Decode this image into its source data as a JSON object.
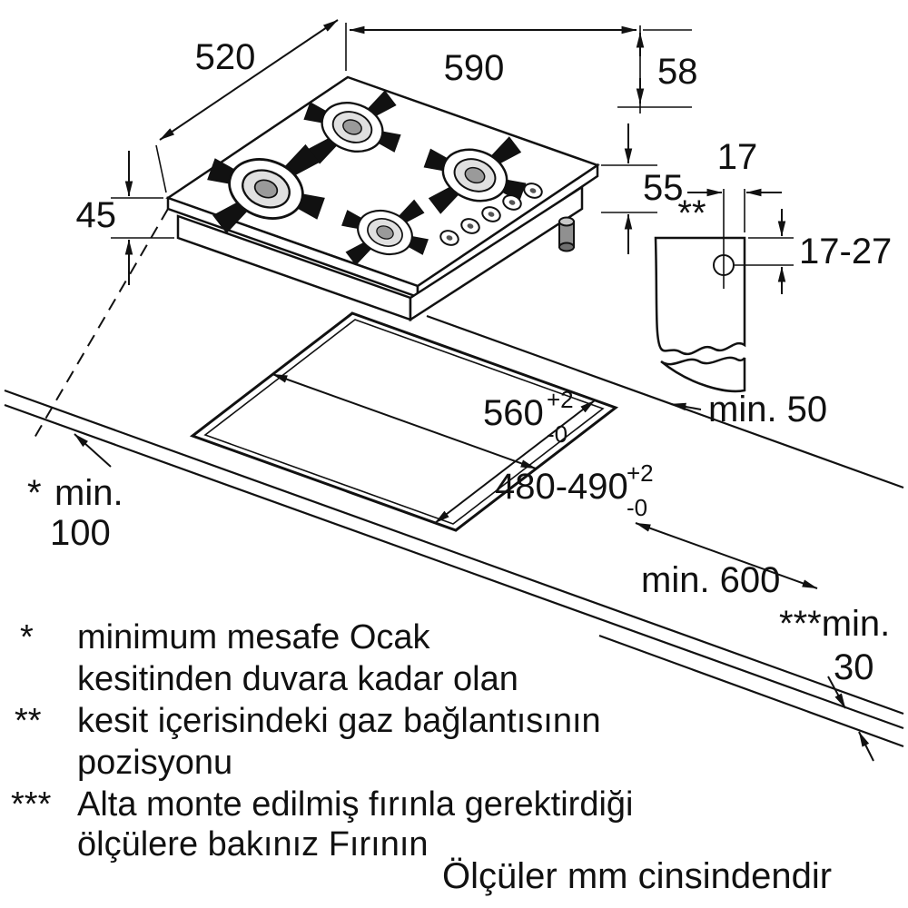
{
  "colors": {
    "ink": "#111111",
    "burner_well": "#e0e0e0",
    "burner_cap": "#9a9a9a"
  },
  "dims": {
    "width_top": "590",
    "depth_top": "520",
    "right_a": "58",
    "height_front": "45",
    "right_b": "55",
    "bracket_offset": "17",
    "gas_marker": "**",
    "bracket_range": "17-27",
    "clearance_back": "min. 50",
    "cutout_width": "560",
    "cutout_width_tol_plus": "+2",
    "cutout_width_tol_minus": "-0",
    "cutout_depth": "480-490",
    "cutout_depth_tol_plus": "+2",
    "cutout_depth_tol_minus": "-0",
    "wall_marker": "*",
    "wall_min": "min.",
    "wall_value": "100",
    "counter_depth": "min. 600",
    "oven_marker_min": "***min.",
    "oven_value": "30"
  },
  "footnotes": [
    {
      "marker": "*",
      "lines": [
        "minimum mesafe Ocak",
        "kesitinden duvara kadar olan"
      ]
    },
    {
      "marker": "**",
      "lines": [
        "kesit içerisindeki gaz bağlantısının",
        "pozisyonu"
      ]
    },
    {
      "marker": "***",
      "lines": [
        "Alta monte edilmiş fırınla gerektirdiği",
        "ölçülere bakınız Fırının"
      ]
    }
  ],
  "caption": "Ölçüler mm cinsindendir"
}
